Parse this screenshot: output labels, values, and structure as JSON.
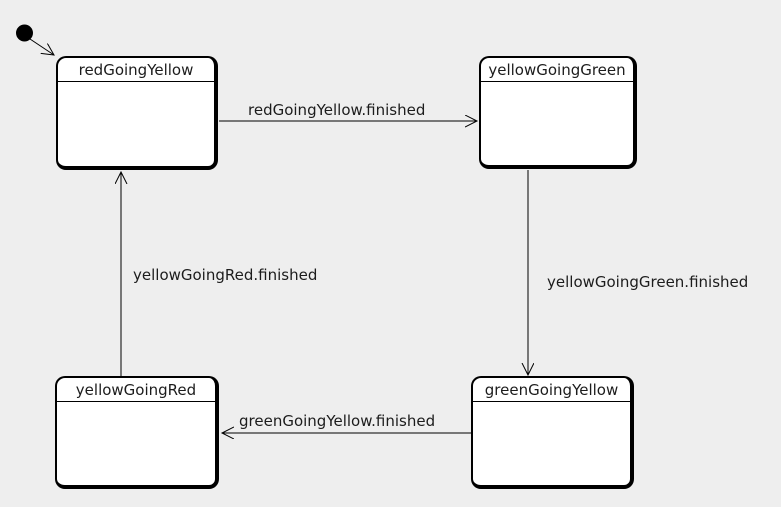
{
  "diagram": {
    "type": "uml-state-machine",
    "colors": {
      "background": "#eeeeee",
      "stateFill": "#ffffff",
      "stroke": "#000000",
      "text": "#1c1c1c"
    },
    "initial": {
      "name": "initial-state",
      "target": "redGoingYellow"
    },
    "states": [
      {
        "label": "redGoingYellow"
      },
      {
        "label": "yellowGoingGreen"
      },
      {
        "label": "greenGoingYellow"
      },
      {
        "label": "yellowGoingRed"
      }
    ],
    "transitions": [
      {
        "from": "initial",
        "to": "redGoingYellow",
        "label": ""
      },
      {
        "from": "redGoingYellow",
        "to": "yellowGoingGreen",
        "label": "redGoingYellow.finished"
      },
      {
        "from": "yellowGoingGreen",
        "to": "greenGoingYellow",
        "label": "yellowGoingGreen.finished"
      },
      {
        "from": "greenGoingYellow",
        "to": "yellowGoingRed",
        "label": "greenGoingYellow.finished"
      },
      {
        "from": "yellowGoingRed",
        "to": "redGoingYellow",
        "label": "yellowGoingRed.finished"
      }
    ]
  }
}
